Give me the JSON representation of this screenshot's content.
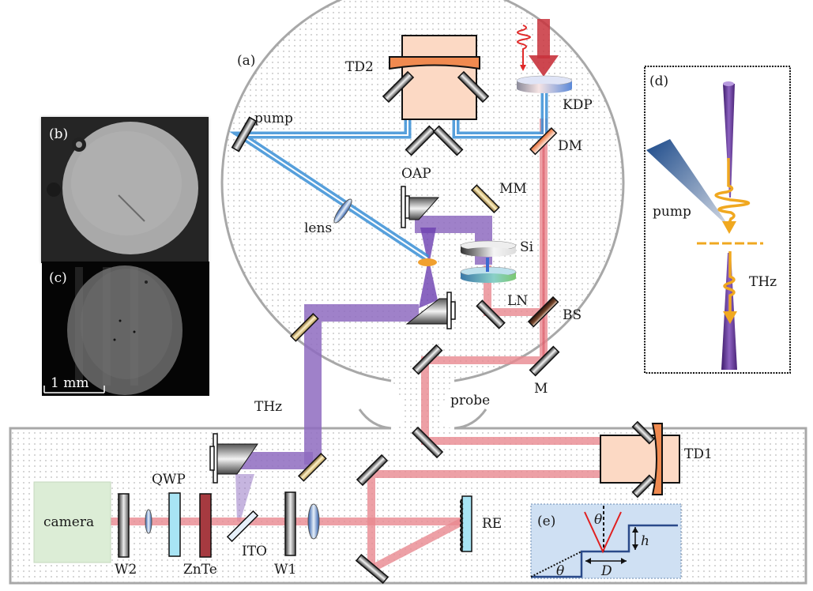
{
  "figure": {
    "panels": {
      "a": "(a)",
      "b": "(b)",
      "c": "(c)",
      "d": "(d)",
      "e": "(e)"
    },
    "scale_bar": "1 mm",
    "labels": {
      "td2": "TD2",
      "td1": "TD1",
      "kdp": "KDP",
      "dm": "DM",
      "pump": "pump",
      "lens": "lens",
      "oap": "OAP",
      "mm": "MM",
      "si": "Si",
      "ln": "LN",
      "bs": "BS",
      "m": "M",
      "probe": "probe",
      "thz": "THz",
      "qwp": "QWP",
      "camera": "camera",
      "w2": "W2",
      "znte": "ZnTe",
      "ito": "ITO",
      "w1": "W1",
      "re": "RE"
    },
    "inset_d": {
      "pump": "pump",
      "thz": "THz"
    },
    "inset_e": {
      "theta_top": "θ",
      "theta_bottom": "θ",
      "h": "h",
      "D": "D"
    },
    "colors": {
      "pump_beam": "#3a8fd6",
      "probe_beam": "#e88890",
      "thz_beam": "#8e6bbf",
      "td_body": "#fcd9c4",
      "td_mirror": "#f08a50",
      "camera": "#dcedd6",
      "inset_e_bg": "#cfe0f3",
      "outline": "#a8a8a8"
    }
  }
}
